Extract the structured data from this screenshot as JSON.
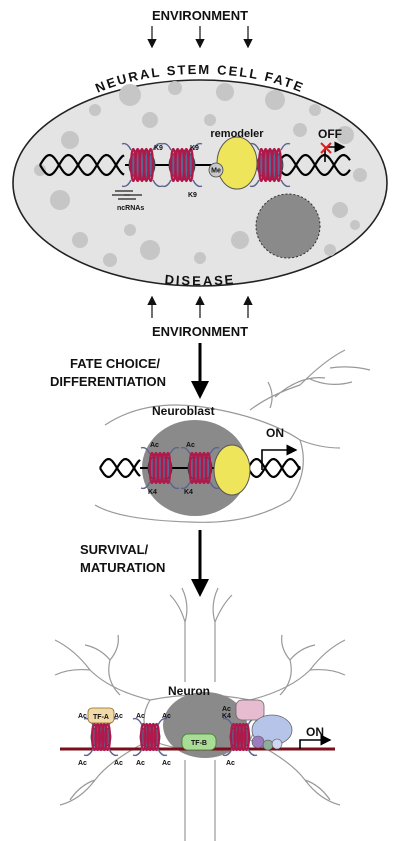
{
  "top": {
    "environment_label": "ENVIRONMENT",
    "cell_title": "NEURAL STEM CELL FATE",
    "disease_label": "DISEASE",
    "remodeler_label": "remodeler",
    "off_label": "OFF",
    "ncrnas_label": "ncRNAs",
    "k9_label": "K9",
    "me_label": "Me"
  },
  "environment_bottom_label": "ENVIRONMENT",
  "transition1": {
    "line1": "FATE CHOICE/",
    "line2": "DIFFERENTIATION"
  },
  "neuroblast": {
    "title": "Neuroblast",
    "on_label": "ON",
    "ac_label": "Ac",
    "k4_label": "K4"
  },
  "transition2": {
    "line1": "SURVIVAL/",
    "line2": "MATURATION"
  },
  "neuron": {
    "title": "Neuron",
    "on_label": "ON",
    "ac_label": "Ac",
    "k4_label": "K4",
    "tfa_label": "TF-A",
    "tfb_label": "TF-B"
  },
  "colors": {
    "nucleus_fill": "#e4e4e4",
    "speck": "#c6c6c6",
    "nucleosome": "#b0184a",
    "histone_core": "#5d648f",
    "remodeler": "#efe55a",
    "dark_nucleus": "#8a8a8a",
    "dna_red": "#7a0f1a",
    "off_x": "#e02020",
    "tfa_fill": "#f2d9a8",
    "tfb_fill": "#a9dc95",
    "pink_complex": "#e7bcd0",
    "blue_complex": "#b7c4ea"
  }
}
